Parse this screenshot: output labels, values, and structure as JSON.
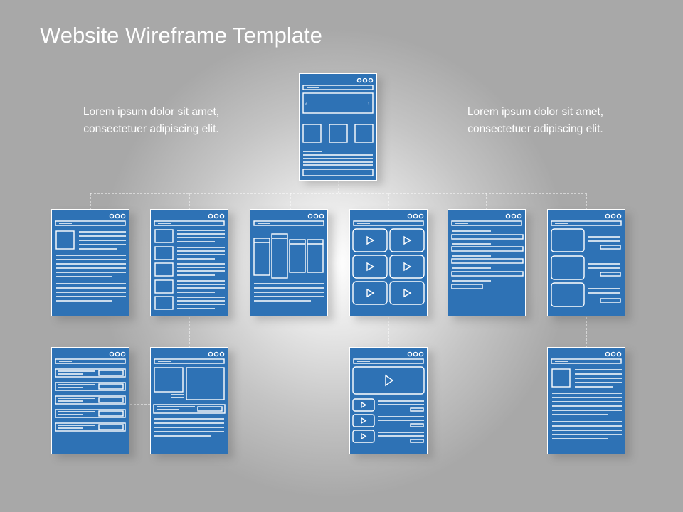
{
  "title": "Website Wireframe Template",
  "left_text": "Lorem ipsum dolor sit amet, consectetuer adipiscing elit.",
  "right_text": "Lorem ipsum dolor sit amet, consectetuer adipiscing elit.",
  "colors": {
    "card": "#2e72b5",
    "lines": "#ffffff",
    "background": "#a6a6a6"
  },
  "wireframes": [
    "home",
    "article",
    "list",
    "columns",
    "video-gallery",
    "form",
    "media-list",
    "form-rows",
    "product",
    "video-page",
    "article-detail"
  ]
}
